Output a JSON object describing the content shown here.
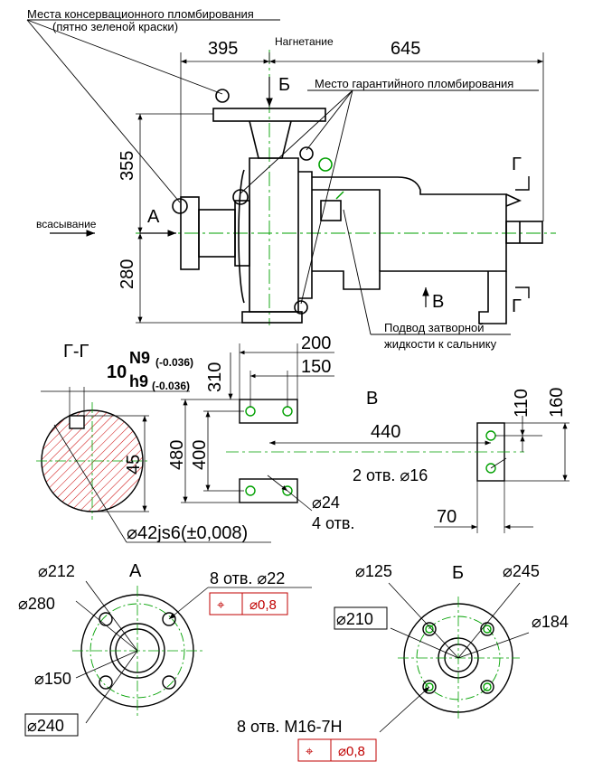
{
  "labels": {
    "conservation_seal": "Места консервационного пломбирования",
    "green_paint": "(пятно зеленой краски)",
    "discharge": "Нагнетание",
    "warranty_seal": "Место гарантийного пломбирования",
    "suction": "всасывание",
    "seal_fluid_line1": "Подвод затворной",
    "seal_fluid_line2": "жидкости к сальнику"
  },
  "views": {
    "A": "А",
    "B": "Б",
    "V": "В",
    "G": "Г",
    "GG": "Г-Г"
  },
  "dims": {
    "d395": "395",
    "d645": "645",
    "d355": "355",
    "d280": "280",
    "d200": "200",
    "d150": "150",
    "d310": "310",
    "d480": "480",
    "d400": "400",
    "d440": "440",
    "d110": "110",
    "d160": "160",
    "d70": "70",
    "d45": "45",
    "key_base": "10",
    "key_n9": "N9",
    "key_n9_tol": "(-0.036)",
    "key_h9": "h9",
    "key_h9_tol": "(-0.036)",
    "shaft": "⌀42js6(±0,008)",
    "hole24": "⌀24",
    "holes4": "4 отв.",
    "holes2": "2 отв. ⌀16"
  },
  "flange_A": {
    "d212": "⌀212",
    "d280": "⌀280",
    "d150": "⌀150",
    "d240": "⌀240",
    "holes": "8 отв. ⌀22",
    "tol_symbol": "⌖",
    "tol_value": "⌀0,8"
  },
  "flange_B": {
    "d125": "⌀125",
    "d245": "⌀245",
    "d210": "⌀210",
    "d184": "⌀184",
    "holes": "8 отв. М16-7Н",
    "tol_symbol": "⌖",
    "tol_value": "⌀0,8"
  },
  "colors": {
    "line": "#000000",
    "centerline": "#00a000",
    "tolerance": "#c00000",
    "hatch": "#cc0000"
  }
}
